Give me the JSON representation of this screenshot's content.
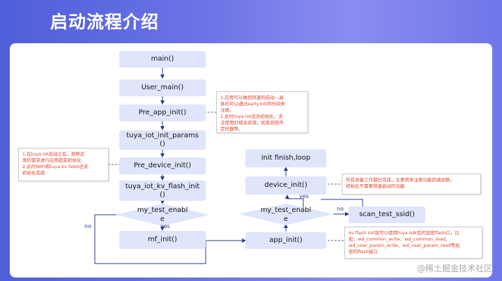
{
  "slide": {
    "title": "启动流程介绍",
    "watermark": "@稀土掘金技术社区"
  },
  "flow": {
    "main": "main()",
    "user_main": "User_main()",
    "pre_app_init": "Pre_app_init()",
    "tuya_iot_init_params": "tuya_iot_init_params\n()",
    "pre_device_init": "Pre_device_init()",
    "tuya_iot_kv_flash_init": "tuya_iot_kv_flash_init\n()",
    "my_test_enable_left": "my_test_enabl\ne",
    "mf_init": "mf_init()",
    "app_init": "app_init()",
    "my_test_enable_right": "my_test_enabl\ne",
    "device_init": "device_init()",
    "init_finish_loop": "init finish,loop",
    "scan_test_ssid": "scan_test_ssid()",
    "label_yes_left": "yes",
    "label_no_left": "no",
    "label_yes_right": "yes",
    "label_no_right": "no"
  },
  "notes": {
    "pre_app_note": [
      "1.应用可以做到快速的启动—具",
      "体的可以通过early.init的时间来",
      "注册。",
      "2.此时tuya iot还没初始化，无",
      "法使用打相关资源，如系统软件",
      "定时器等。"
    ],
    "pre_device_note": [
      "1.在tuya iot启动之后，按照应",
      "用的需求进行应用提前初始化",
      "2.此时WIFI和tuya kv falsh还未",
      "初始化完成"
    ],
    "device_note": [
      "所有准备工作都已完成，主要用来注册功能回调函数，",
      "初始化不需要快速启动的功能"
    ],
    "app_note": [
      "kv flash init就可以使用tuya sdk包的加密flash口，比",
      "如：wd_common_write、wd_common_read、",
      "wd_user_param_write、wd_user_param_read等加",
      "密的flash接口"
    ]
  },
  "colors": {
    "box_fill": "#dfe5fb",
    "line": "#2d3a8c",
    "note_text": "#e0402a",
    "title_text": "#ffffff"
  }
}
